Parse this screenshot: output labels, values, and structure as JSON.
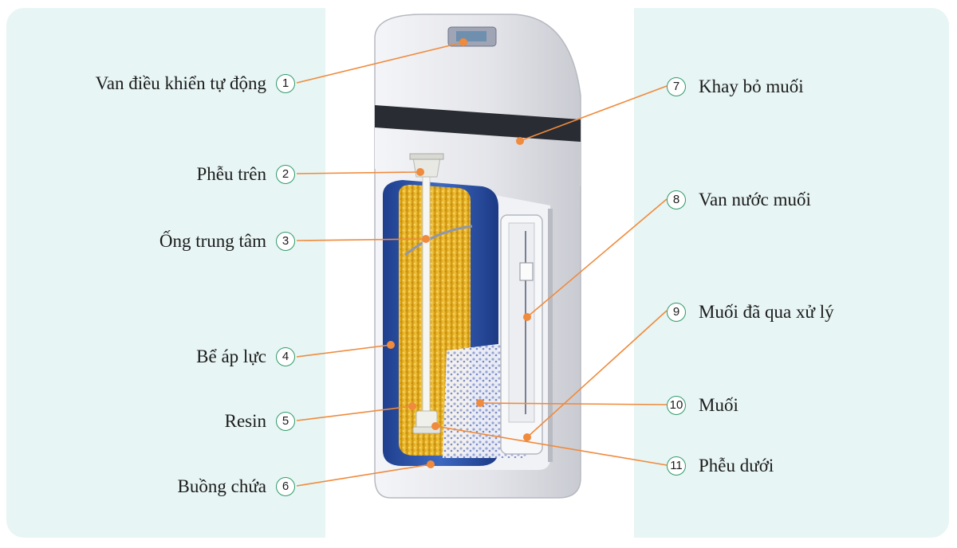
{
  "colors": {
    "panel_background": "#e7f5f4",
    "leader_line": "#f08a3c",
    "badge_border": "#2f9a6a",
    "tank_blue": "#2e56a8",
    "resin_yellow": "#e8b61c",
    "cabinet": "#e5e6ea"
  },
  "parts": [
    {
      "num": "1",
      "label": "Van điều khiển tự động",
      "icon": "control-valve"
    },
    {
      "num": "2",
      "label": "Phễu trên",
      "icon": "top-distributor"
    },
    {
      "num": "3",
      "label": "Ống trung tâm",
      "icon": "center-tube"
    },
    {
      "num": "4",
      "label": "Bể áp lực",
      "icon": "pressure-tank"
    },
    {
      "num": "5",
      "label": "Resin",
      "icon": "resin-bed"
    },
    {
      "num": "6",
      "label": "Buồng chứa",
      "icon": "cabinet"
    },
    {
      "num": "7",
      "label": "Khay bỏ muối",
      "icon": "salt-lid"
    },
    {
      "num": "8",
      "label": "Van nước muối",
      "icon": "brine-valve"
    },
    {
      "num": "9",
      "label": "Muối đã qua xử lý",
      "icon": "treated-salt"
    },
    {
      "num": "10",
      "label": "Muối",
      "icon": "salt"
    },
    {
      "num": "11",
      "label": "Phễu dưới",
      "icon": "bottom-distributor"
    }
  ]
}
